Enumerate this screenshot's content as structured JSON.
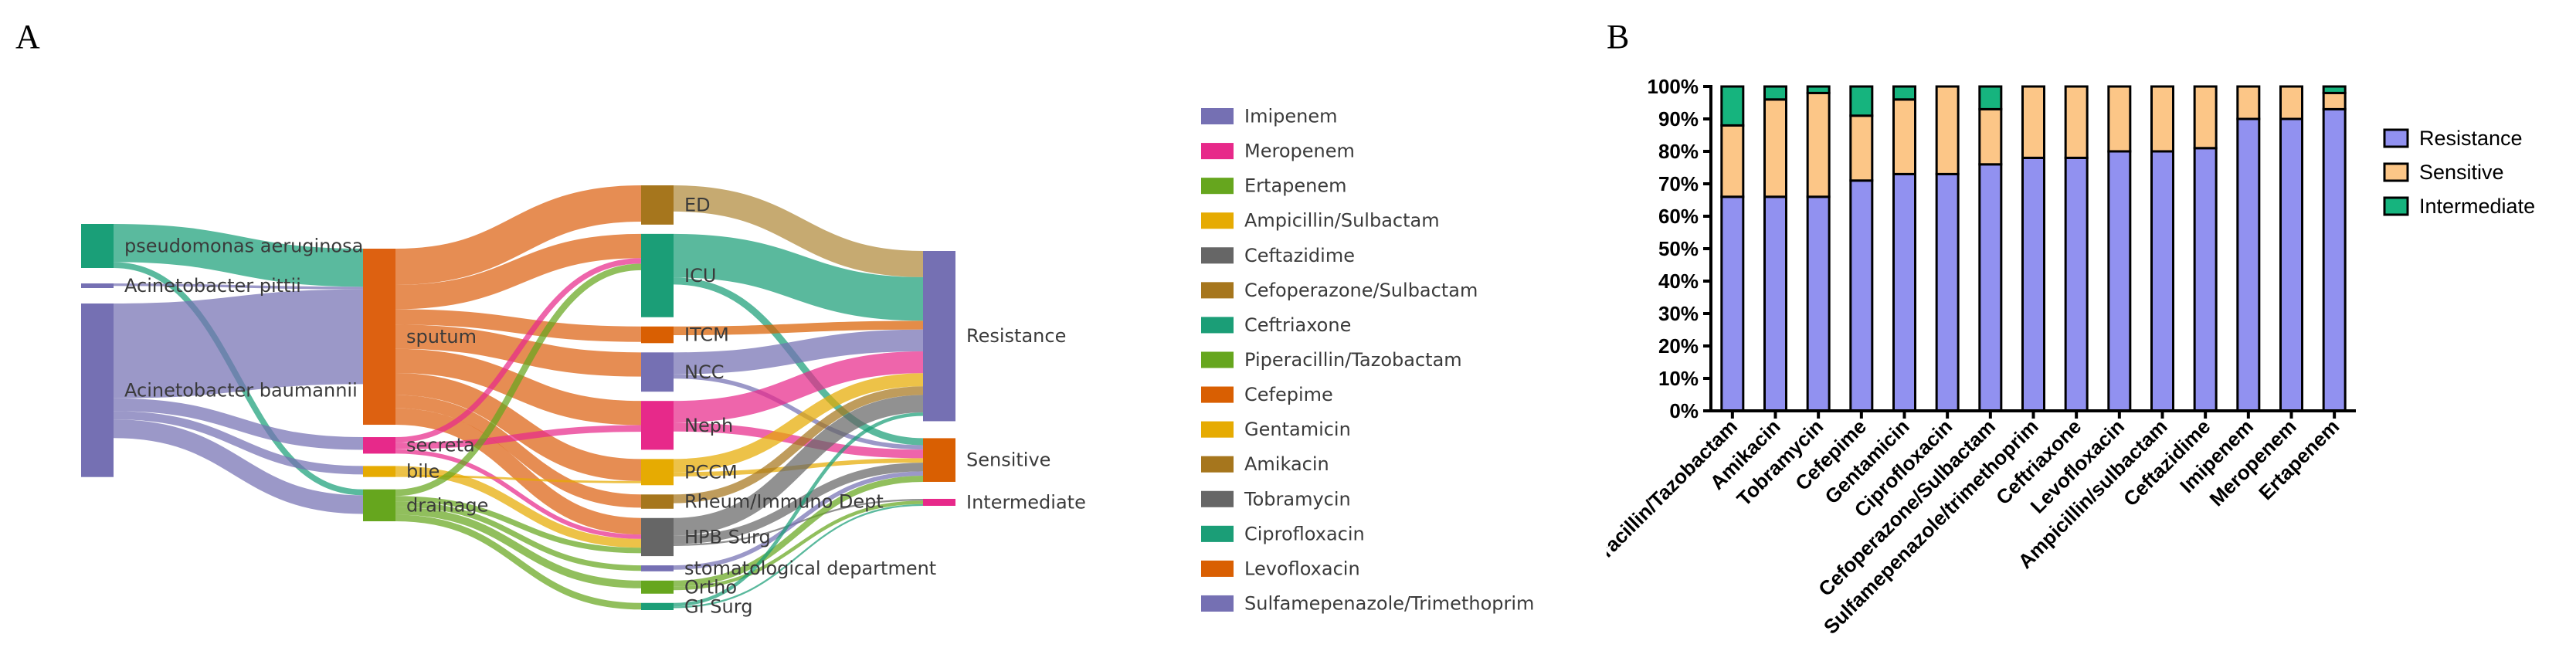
{
  "panels": {
    "a_letter": "A",
    "b_letter": "B"
  },
  "sankey": {
    "columns": [
      {
        "id": "species",
        "nodes": [
          {
            "name": "pseudomonas aeruginosa",
            "color": "#1a9f78",
            "size": 52
          },
          {
            "name": "Acinetobacter pittii",
            "color": "#7570b3",
            "size": 3
          },
          {
            "name": "Acinetobacter baumannii",
            "color": "#7570b3",
            "size": 205
          }
        ]
      },
      {
        "id": "specimen",
        "nodes": [
          {
            "name": "sputum",
            "color": "#dd6111",
            "size": 160
          },
          {
            "name": "secreta",
            "color": "#e7298a",
            "size": 15
          },
          {
            "name": "bile",
            "color": "#e6ab02",
            "size": 10
          },
          {
            "name": "drainage",
            "color": "#66a61e",
            "size": 29
          }
        ]
      },
      {
        "id": "department",
        "nodes": [
          {
            "name": "ED",
            "color": "#a6761d",
            "size": 33
          },
          {
            "name": "ICU",
            "color": "#1b9e77",
            "size": 70
          },
          {
            "name": "ITCM",
            "color": "#d95f02",
            "size": 14
          },
          {
            "name": "NCC",
            "color": "#7570b3",
            "size": 33
          },
          {
            "name": "Neph",
            "color": "#e7298a",
            "size": 41
          },
          {
            "name": "PCCM",
            "color": "#e6ab02",
            "size": 22
          },
          {
            "name": "Rheum/Immuno Dept",
            "color": "#a6761d",
            "size": 12
          },
          {
            "name": "HPB Surg",
            "color": "#666666",
            "size": 32
          },
          {
            "name": "stomatological department",
            "color": "#7570b3",
            "size": 5
          },
          {
            "name": "Ortho",
            "color": "#66a61e",
            "size": 11
          },
          {
            "name": "GI Surg",
            "color": "#1b9e77",
            "size": 6
          }
        ]
      },
      {
        "id": "result",
        "nodes": [
          {
            "name": "Resistance",
            "color": "#7570b3",
            "size": 195
          },
          {
            "name": "Sensitive",
            "color": "#d95f02",
            "size": 50
          },
          {
            "name": "Intermediate",
            "color": "#e7298a",
            "size": 8
          }
        ]
      },
      {
        "id": "antibiotic",
        "nodes": [
          {
            "name": "Imipenem",
            "color": "#7570b3",
            "size": 19
          },
          {
            "name": "Meropenem",
            "color": "#e7298a",
            "size": 19
          },
          {
            "name": "Ertapenem",
            "color": "#66a61e",
            "size": 19
          },
          {
            "name": "Ampicillin/Sulbactam",
            "color": "#e6ab02",
            "size": 19
          },
          {
            "name": "Ceftazidime",
            "color": "#666666",
            "size": 19
          },
          {
            "name": "Cefoperazone/Sulbactam",
            "color": "#a6761d",
            "size": 19
          },
          {
            "name": "Ceftriaxone",
            "color": "#1b9e77",
            "size": 19
          },
          {
            "name": "Piperacillin/Tazobactam",
            "color": "#66a61e",
            "size": 19
          },
          {
            "name": "Cefepime",
            "color": "#d95f02",
            "size": 19
          },
          {
            "name": "Gentamicin",
            "color": "#e6ab02",
            "size": 19
          },
          {
            "name": "Amikacin",
            "color": "#a6761d",
            "size": 19
          },
          {
            "name": "Tobramycin",
            "color": "#666666",
            "size": 19
          },
          {
            "name": "Ciprofloxacin",
            "color": "#1b9e77",
            "size": 19
          },
          {
            "name": "Levofloxacin",
            "color": "#d95f02",
            "size": 19
          },
          {
            "name": "Sulfamepenazole/Trimethoprim",
            "color": "#7570b3",
            "size": 19
          }
        ]
      }
    ],
    "flows": [
      {
        "from": "pseudomonas aeruginosa",
        "to": "sputum",
        "value": 45,
        "color": "#1a9f78"
      },
      {
        "from": "pseudomonas aeruginosa",
        "to": "drainage",
        "value": 7,
        "color": "#1a9f78"
      },
      {
        "from": "Acinetobacter pittii",
        "to": "sputum",
        "value": 3,
        "color": "#7570b3"
      },
      {
        "from": "Acinetobacter baumannii",
        "to": "sputum",
        "value": 112,
        "color": "#7570b3"
      },
      {
        "from": "Acinetobacter baumannii",
        "to": "secreta",
        "value": 15,
        "color": "#7570b3"
      },
      {
        "from": "Acinetobacter baumannii",
        "to": "bile",
        "value": 10,
        "color": "#7570b3"
      },
      {
        "from": "Acinetobacter baumannii",
        "to": "drainage",
        "value": 22,
        "color": "#7570b3"
      },
      {
        "from": "sputum",
        "to": "ED",
        "value": 33,
        "color": "#dd6111"
      },
      {
        "from": "sputum",
        "to": "ICU",
        "value": 22,
        "color": "#dd6111"
      },
      {
        "from": "sputum",
        "to": "ITCM",
        "value": 14,
        "color": "#dd6111"
      },
      {
        "from": "sputum",
        "to": "NCC",
        "value": 22,
        "color": "#dd6111"
      },
      {
        "from": "sputum",
        "to": "Neph",
        "value": 22,
        "color": "#dd6111"
      },
      {
        "from": "sputum",
        "to": "PCCM",
        "value": 20,
        "color": "#dd6111"
      },
      {
        "from": "sputum",
        "to": "Rheum/Immuno Dept",
        "value": 12,
        "color": "#dd6111"
      },
      {
        "from": "sputum",
        "to": "HPB Surg",
        "value": 15,
        "color": "#dd6111"
      },
      {
        "from": "secreta",
        "to": "ICU",
        "value": 5,
        "color": "#e7298a"
      },
      {
        "from": "secreta",
        "to": "Neph",
        "value": 6,
        "color": "#e7298a"
      },
      {
        "from": "secreta",
        "to": "HPB Surg",
        "value": 4,
        "color": "#e7298a"
      },
      {
        "from": "bile",
        "to": "HPB Surg",
        "value": 8,
        "color": "#e6ab02"
      },
      {
        "from": "bile",
        "to": "PCCM",
        "value": 2,
        "color": "#e6ab02"
      },
      {
        "from": "drainage",
        "to": "ICU",
        "value": 6,
        "color": "#66a61e"
      },
      {
        "from": "drainage",
        "to": "HPB Surg",
        "value": 5,
        "color": "#66a61e"
      },
      {
        "from": "drainage",
        "to": "stomatological department",
        "value": 5,
        "color": "#66a61e"
      },
      {
        "from": "drainage",
        "to": "Ortho",
        "value": 7,
        "color": "#66a61e"
      },
      {
        "from": "drainage",
        "to": "GI Surg",
        "value": 6,
        "color": "#66a61e"
      },
      {
        "from": "ED",
        "to": "Resistance",
        "value": 30,
        "color": "#b0893a"
      },
      {
        "from": "ICU",
        "to": "Resistance",
        "value": 50,
        "color": "#1b9e77"
      },
      {
        "from": "ICU",
        "to": "Sensitive",
        "value": 8,
        "color": "#1b9e77"
      },
      {
        "from": "ITCM",
        "to": "Resistance",
        "value": 10,
        "color": "#d95f02"
      },
      {
        "from": "NCC",
        "to": "Resistance",
        "value": 25,
        "color": "#7570b3"
      },
      {
        "from": "NCC",
        "to": "Sensitive",
        "value": 5,
        "color": "#7570b3"
      },
      {
        "from": "Neph",
        "to": "Resistance",
        "value": 25,
        "color": "#e7298a"
      },
      {
        "from": "Neph",
        "to": "Sensitive",
        "value": 10,
        "color": "#e7298a"
      },
      {
        "from": "PCCM",
        "to": "Resistance",
        "value": 15,
        "color": "#e6ab02"
      },
      {
        "from": "PCCM",
        "to": "Sensitive",
        "value": 5,
        "color": "#e6ab02"
      },
      {
        "from": "Rheum/Immuno Dept",
        "to": "Resistance",
        "value": 10,
        "color": "#a6761d"
      },
      {
        "from": "HPB Surg",
        "to": "Resistance",
        "value": 20,
        "color": "#666666"
      },
      {
        "from": "HPB Surg",
        "to": "Sensitive",
        "value": 10,
        "color": "#666666"
      },
      {
        "from": "HPB Surg",
        "to": "Intermediate",
        "value": 2,
        "color": "#666666"
      },
      {
        "from": "stomatological department",
        "to": "Sensitive",
        "value": 5,
        "color": "#7570b3"
      },
      {
        "from": "Ortho",
        "to": "Sensitive",
        "value": 7,
        "color": "#66a61e"
      },
      {
        "from": "Ortho",
        "to": "Intermediate",
        "value": 4,
        "color": "#66a61e"
      },
      {
        "from": "GI Surg",
        "to": "Resistance",
        "value": 4,
        "color": "#1b9e77"
      },
      {
        "from": "GI Surg",
        "to": "Intermediate",
        "value": 2,
        "color": "#1b9e77"
      }
    ]
  },
  "chart_data": {
    "type": "bar",
    "stacked": true,
    "categories": [
      "Piperacillin/Tazobactam",
      "Amikacin",
      "Tobramycin",
      "Cefepime",
      "Gentamicin",
      "Ciprofloxacin",
      "Cefoperazone/Sulbactam",
      "Sulfamepenazole/trimethoprim",
      "Ceftriaxone",
      "Levofloxacin",
      "Ampicillin/sulbactam",
      "Ceftazidime",
      "Imipenem",
      "Meropenem",
      "Ertapenem"
    ],
    "series": [
      {
        "name": "Resistance",
        "color": "#9191f0",
        "values": [
          66,
          66,
          66,
          71,
          73,
          73,
          76,
          78,
          78,
          80,
          80,
          81,
          90,
          90,
          93
        ]
      },
      {
        "name": "Sensitive",
        "color": "#fcc687",
        "values": [
          22,
          30,
          32,
          20,
          23,
          27,
          17,
          22,
          22,
          20,
          20,
          19,
          10,
          10,
          5
        ]
      },
      {
        "name": "Intermediate",
        "color": "#16b47e",
        "values": [
          12,
          4,
          2,
          9,
          4,
          0,
          7,
          0,
          0,
          0,
          0,
          0,
          0,
          0,
          2
        ]
      }
    ],
    "yticks": [
      "0%",
      "10%",
      "20%",
      "30%",
      "40%",
      "50%",
      "60%",
      "70%",
      "80%",
      "90%",
      "100%"
    ],
    "ylim": [
      0,
      100
    ],
    "legend_position": "right"
  }
}
